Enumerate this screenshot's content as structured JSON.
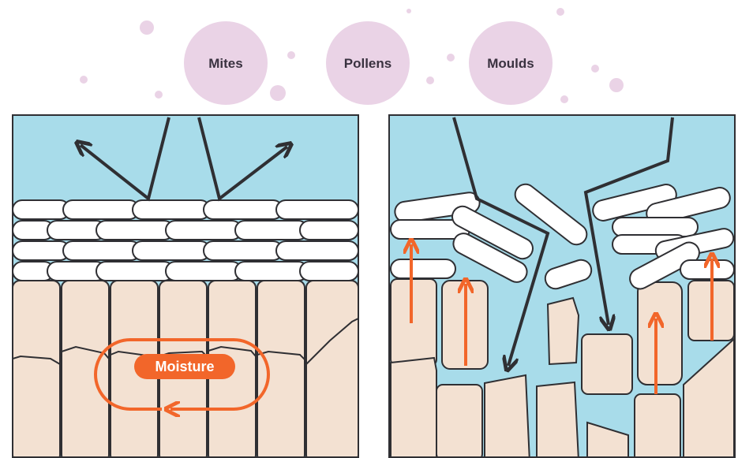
{
  "allergens": {
    "mites": "Mites",
    "pollens": "Pollens",
    "moulds": "Moulds"
  },
  "left_panel": {
    "moisture_label": "Moisture"
  },
  "colors": {
    "background": "#ffffff",
    "bubble": "#ead3e6",
    "sky": "#a8dcea",
    "flake": "#ffffff",
    "cell": "#f3e1d2",
    "outline": "#2f2f33",
    "accent": "#f2662a",
    "label_text": "#3a3240",
    "moisture_text": "#ffffff"
  }
}
